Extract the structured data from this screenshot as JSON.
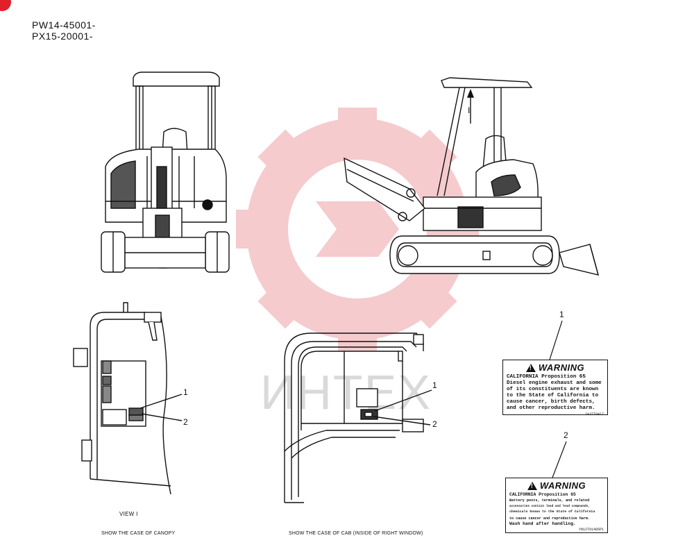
{
  "header": {
    "serial_line_1": "PW14-45001-",
    "serial_line_2": "PX15-20001-"
  },
  "watermark": {
    "text": "ИНТЕХ",
    "color": "#e8505a"
  },
  "view_arrow_label": "I",
  "view_label": "VIEW I",
  "captions": {
    "canopy": "SHOW THE CASE OF CANOPY",
    "cab": "SHOW THE CASE OF CAB (INSIDE OF RIGHT WINDOW)"
  },
  "callouts": {
    "canopy_1": "1",
    "canopy_2": "2",
    "cab_1": "1",
    "cab_2": "2",
    "label_1": "1",
    "label_2": "2"
  },
  "labels": [
    {
      "heading": "WARNING",
      "lines": [
        "CALIFORNIA Proposition 65",
        "Diesel engine exhaust and some",
        "of its constituents are known",
        "to the State of California to",
        "cause cancer, birth defects,",
        "and other reproductive harm."
      ],
      "code": "2A32T0417"
    },
    {
      "heading": "WARNING",
      "lines": [
        "CALIFORNIA Proposition 65",
        "Battery posts, terminals, and related",
        "accessories contain lead and lead compounds,",
        "chemicals known to the State of California",
        "to cause cancer and reproductive harm.",
        "Wash hand after handling."
      ],
      "code": "YN12T01485P1"
    }
  ]
}
